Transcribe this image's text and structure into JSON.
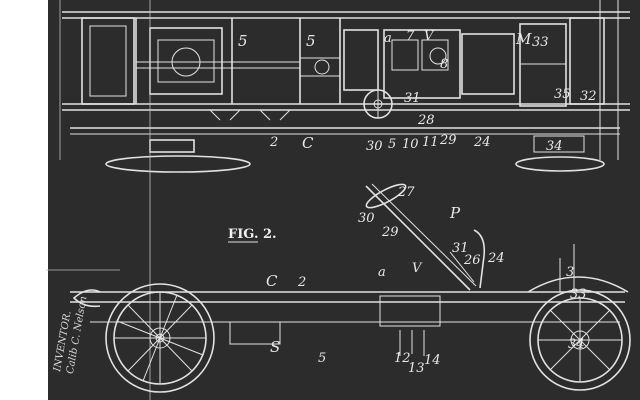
{
  "figure": {
    "label": "FIG. 2."
  },
  "signature": {
    "attest": "INVENTOR.",
    "name": "Calib C. Nelson"
  },
  "top_labels": [
    {
      "text": "5"
    },
    {
      "text": "5"
    },
    {
      "text": "a"
    },
    {
      "text": "7"
    },
    {
      "text": "V"
    },
    {
      "text": "M"
    },
    {
      "text": "33"
    },
    {
      "text": "8"
    },
    {
      "text": "35"
    },
    {
      "text": "32"
    },
    {
      "text": "2"
    },
    {
      "text": "C"
    },
    {
      "text": "30"
    },
    {
      "text": "5"
    },
    {
      "text": "10"
    },
    {
      "text": "11"
    },
    {
      "text": "29"
    },
    {
      "text": "24"
    },
    {
      "text": "34"
    },
    {
      "text": "31"
    },
    {
      "text": "28"
    }
  ],
  "bottom_labels": [
    {
      "text": "27"
    },
    {
      "text": "30"
    },
    {
      "text": "P"
    },
    {
      "text": "29"
    },
    {
      "text": "31"
    },
    {
      "text": "26"
    },
    {
      "text": "V"
    },
    {
      "text": "24"
    },
    {
      "text": "a"
    },
    {
      "text": "C"
    },
    {
      "text": "2"
    },
    {
      "text": "3"
    },
    {
      "text": "33"
    },
    {
      "text": "S"
    },
    {
      "text": "5"
    },
    {
      "text": "34"
    },
    {
      "text": "12"
    },
    {
      "text": "14"
    },
    {
      "text": "13"
    }
  ]
}
